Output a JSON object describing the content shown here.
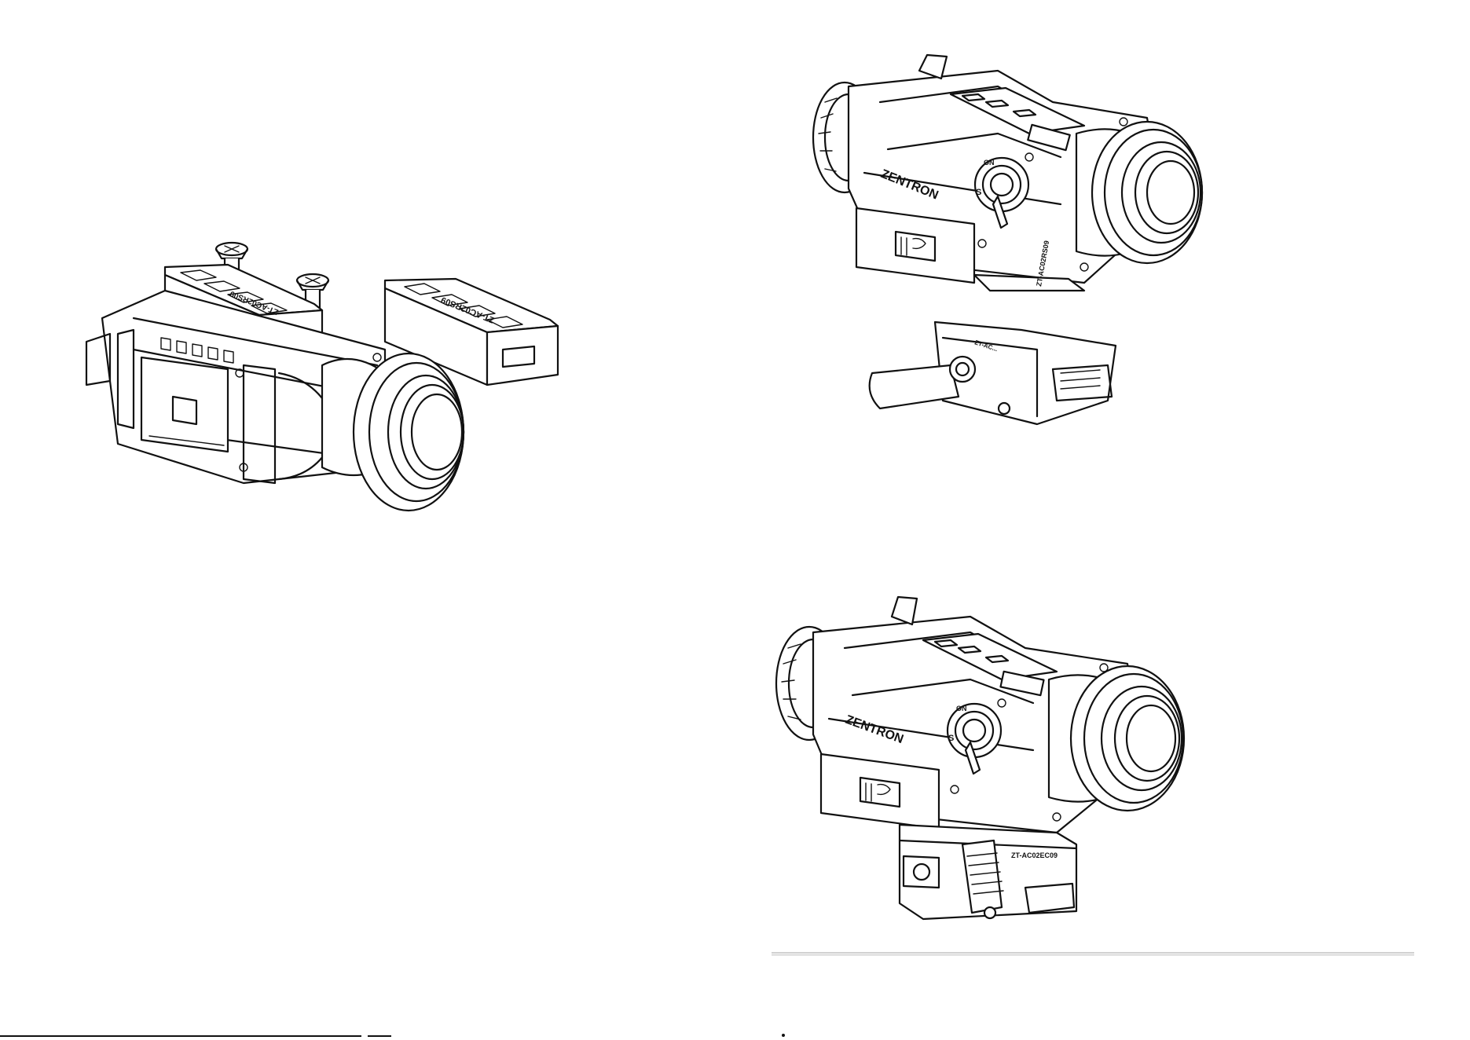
{
  "figures": {
    "exploded_view": {
      "rail_label_front": "ZT-AC02RS09",
      "rail_label_rear": "ZT-AC02RS09"
    },
    "qd_mount_exploded": {
      "brand": "ZENTRON",
      "switch_on": "ON",
      "switch_s": "S",
      "mount_label": "ZT-AC02RS09",
      "lever_label": "ZT-AC..."
    },
    "qd_mount_assembled": {
      "brand": "ZENTRON",
      "switch_on": "ON",
      "switch_s": "S",
      "mount_label": "ZT-AC02EC09"
    }
  }
}
